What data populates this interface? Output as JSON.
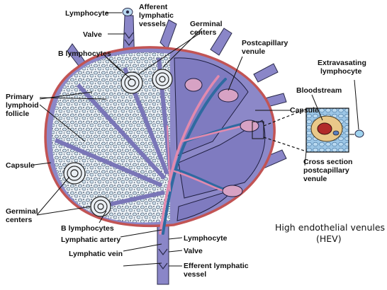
{
  "labels": {
    "lymphocyte_top": "Lymphocyte",
    "afferent_vessels": [
      "Afferent",
      "lymphatic",
      "vessels"
    ],
    "valve_top": "Valve",
    "germinal_centers_top": [
      "Germinal",
      "centers"
    ],
    "b_lymphocytes_top": "B lymphocytes",
    "postcapillary_venule": [
      "Postcapillary",
      "venule"
    ],
    "primary_follicle": [
      "Primary",
      "lymphoid",
      "follicle"
    ],
    "extravasating": [
      "Extravasating",
      "lymphocyte"
    ],
    "bloodstream": "Bloodstream",
    "capsule_right": "Capsule",
    "capsule_left": "Capsule",
    "cross_section": [
      "Cross section",
      "postcapillary",
      "venule"
    ],
    "germinal_centers_bottom": [
      "Germinal",
      "centers"
    ],
    "b_lymphocytes_bottom": "B lymphocytes",
    "lymphatic_artery": "Lymphatic artery",
    "lymphatic_vein": "Lymphatic vein",
    "lymphocyte_bottom": "Lymphocyte",
    "valve_bottom": "Valve",
    "efferent_vessel": [
      "Efferent lymphatic",
      "vessel"
    ],
    "hev": [
      "High endothelial venules",
      "(HEV)"
    ]
  },
  "colors": {
    "node_fill": "#8c88c8",
    "capsule_edge": "#c25454",
    "medulla_fill": "#7f7bc0",
    "vessel_fill": "#8a86c8",
    "artery": "#e28aae",
    "vein": "#2f6aa0",
    "cortex_cells": "#cfe3ef",
    "inset_bg": "#7fb5de"
  },
  "icons": [
    "lymphocyte-cell-icon",
    "valve-icon",
    "germinal-center-icon",
    "hev-cross-section-icon"
  ]
}
